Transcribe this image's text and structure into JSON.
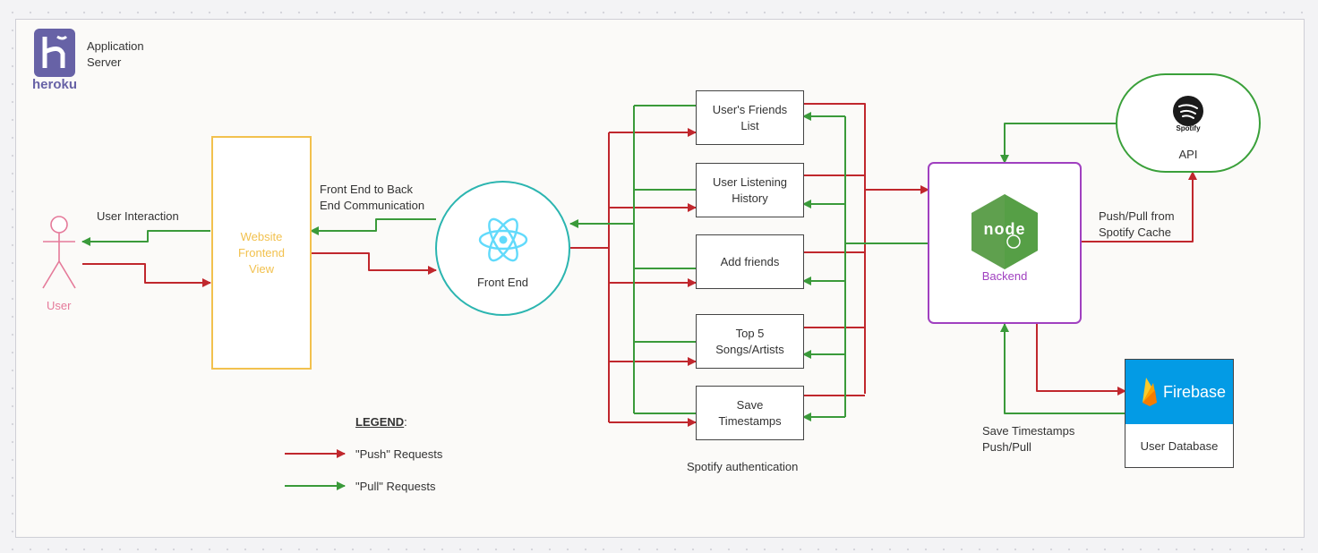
{
  "heroku": {
    "logo_text": "heroku",
    "label": "Application\nServer"
  },
  "user": {
    "label": "User"
  },
  "edges": {
    "user_interaction": "User Interaction",
    "frontend_to_backend": "Front End to Back\nEnd Communication",
    "push_pull_spotify": "Push/Pull from\nSpotify Cache",
    "save_timestamps": "Save Timestamps\nPush/Pull",
    "spotify_auth": "Spotify authentication"
  },
  "website": {
    "label": "Website\nFrontend\nView"
  },
  "frontend": {
    "label": "Front End"
  },
  "features": [
    {
      "label": "User's Friends\nList"
    },
    {
      "label": "User Listening\nHistory"
    },
    {
      "label": "Add friends"
    },
    {
      "label": "Top 5\nSongs/Artists"
    },
    {
      "label": "Save\nTimestamps"
    }
  ],
  "backend": {
    "label": "Backend",
    "logo_text": "node"
  },
  "spotify": {
    "logo_text": "Spotify",
    "label": "API"
  },
  "firebase": {
    "logo_text": "Firebase",
    "label": "User Database"
  },
  "legend": {
    "title": "LEGEND",
    "title_suffix": ":",
    "push": "\"Push\" Requests",
    "pull": "\"Pull\" Requests"
  },
  "colors": {
    "push": "#c0272d",
    "pull": "#3a9a3a",
    "user": "#e57a9a",
    "website": "#f2c14e",
    "frontend": "#2bb5b0",
    "backend": "#a040c0",
    "spotify": "#3aa03a",
    "firebase_header": "#039be5"
  }
}
